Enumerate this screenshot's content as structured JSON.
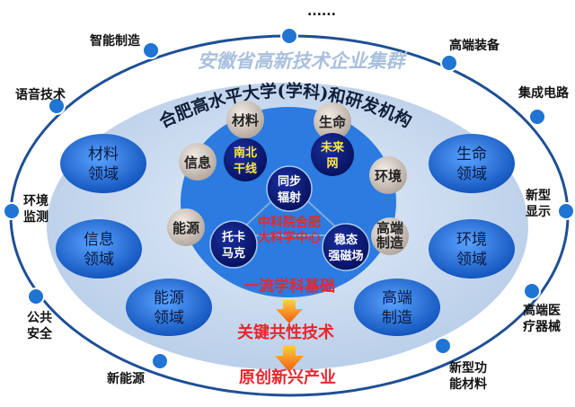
{
  "title": "安徽省高新技术企业集群",
  "arc_title": "合肥高水平大学(学科)和研发机构",
  "center": [
    "中科院合肥",
    "大科学中心"
  ],
  "foundation": "一流学科基础",
  "key_tech": "关键共性技术",
  "industry": "原创新兴产业",
  "outer_nodes": [
    "......",
    "智能制造",
    "高端装备",
    "语音技术",
    "集成电路",
    [
      "环境",
      "监测"
    ],
    [
      "新型",
      "显示"
    ],
    [
      "公共",
      "安全"
    ],
    [
      "高端医",
      "疗器械"
    ],
    "新能源",
    [
      "新型功",
      "能材料"
    ]
  ],
  "domains": [
    [
      "材料",
      "领域"
    ],
    [
      "生命",
      "领域"
    ],
    [
      "信息",
      "领域"
    ],
    [
      "环境",
      "领域"
    ],
    [
      "能源",
      "领域"
    ],
    [
      "高端",
      "制造"
    ]
  ],
  "disciplines": [
    "材料",
    "生命",
    "信息",
    "环境",
    "能源",
    [
      "高端",
      "制造"
    ]
  ],
  "facilities": [
    [
      "南北",
      "干线"
    ],
    [
      "未来",
      "网"
    ],
    [
      "同步",
      "辐射"
    ],
    [
      "托卡",
      "马克"
    ],
    [
      "稳态",
      "强磁场"
    ]
  ],
  "colors": {
    "ring": "#1e4f96",
    "dot": "#1f74d4",
    "outer_fill": "#c9daf0",
    "inner_fill": "#2b7be0",
    "domain": "#1d6fd8",
    "red": "#e8262c",
    "arrow": "#f07a10"
  }
}
